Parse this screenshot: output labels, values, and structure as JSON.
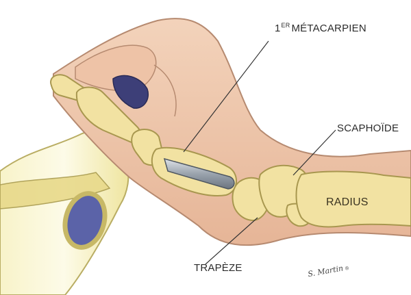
{
  "labels": {
    "metacarpien_sup_prefix": "1",
    "metacarpien_sup": "ER",
    "metacarpien_text": "MÉTACARPIEN",
    "scaphoide": "SCAPHOÏDE",
    "radius": "RADIUS",
    "trapeze": "TRAPÈZE"
  },
  "signature": {
    "name": "S. Martin",
    "mark": "®"
  },
  "colors": {
    "skin": "#f0c9ad",
    "skin_shadow": "#d9a98c",
    "bone": "#f2e2a2",
    "bone_outline": "#a8974f",
    "implant": "#9aa3ad",
    "bottle": "#f6efb6",
    "bottle_label": "#5b63a8",
    "text": "#2b2b2b"
  }
}
